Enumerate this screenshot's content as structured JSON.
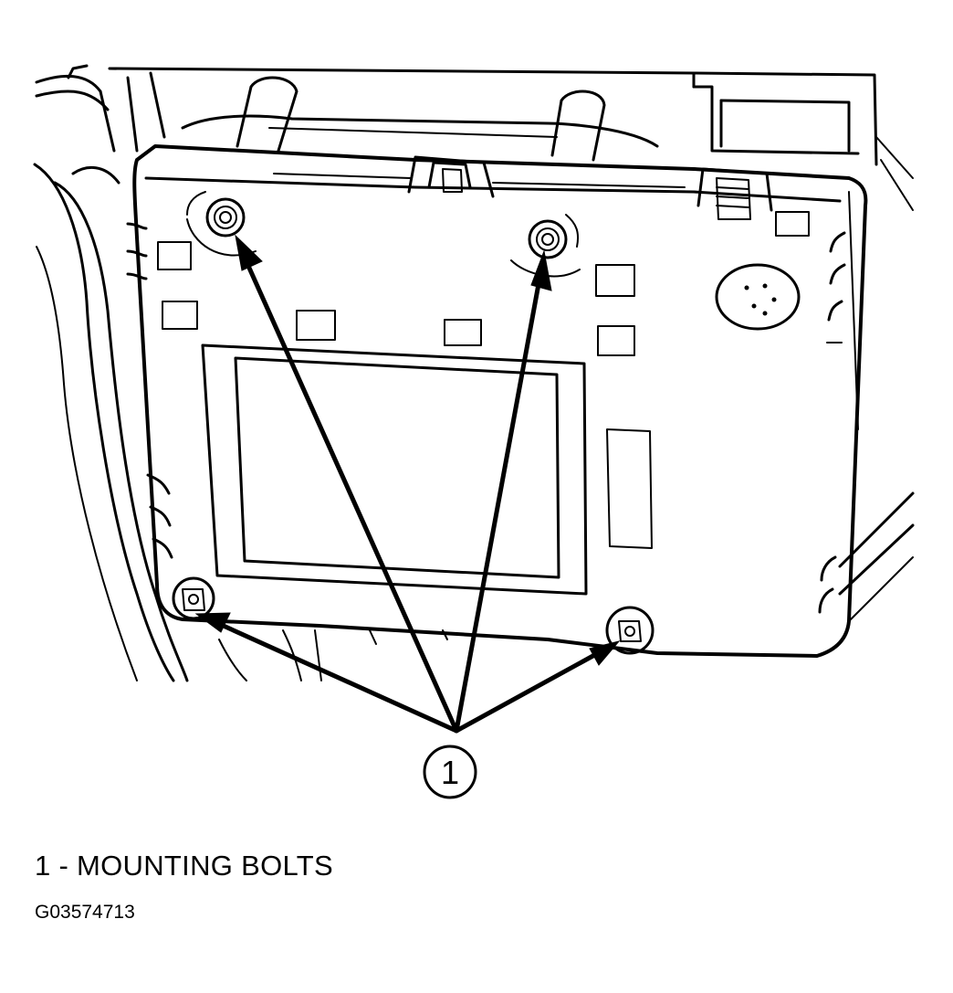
{
  "diagram": {
    "callout_label": "1",
    "legend": {
      "number": "1",
      "separator": "-",
      "text": "MOUNTING BOLTS"
    },
    "figure_id": "G03574713"
  }
}
